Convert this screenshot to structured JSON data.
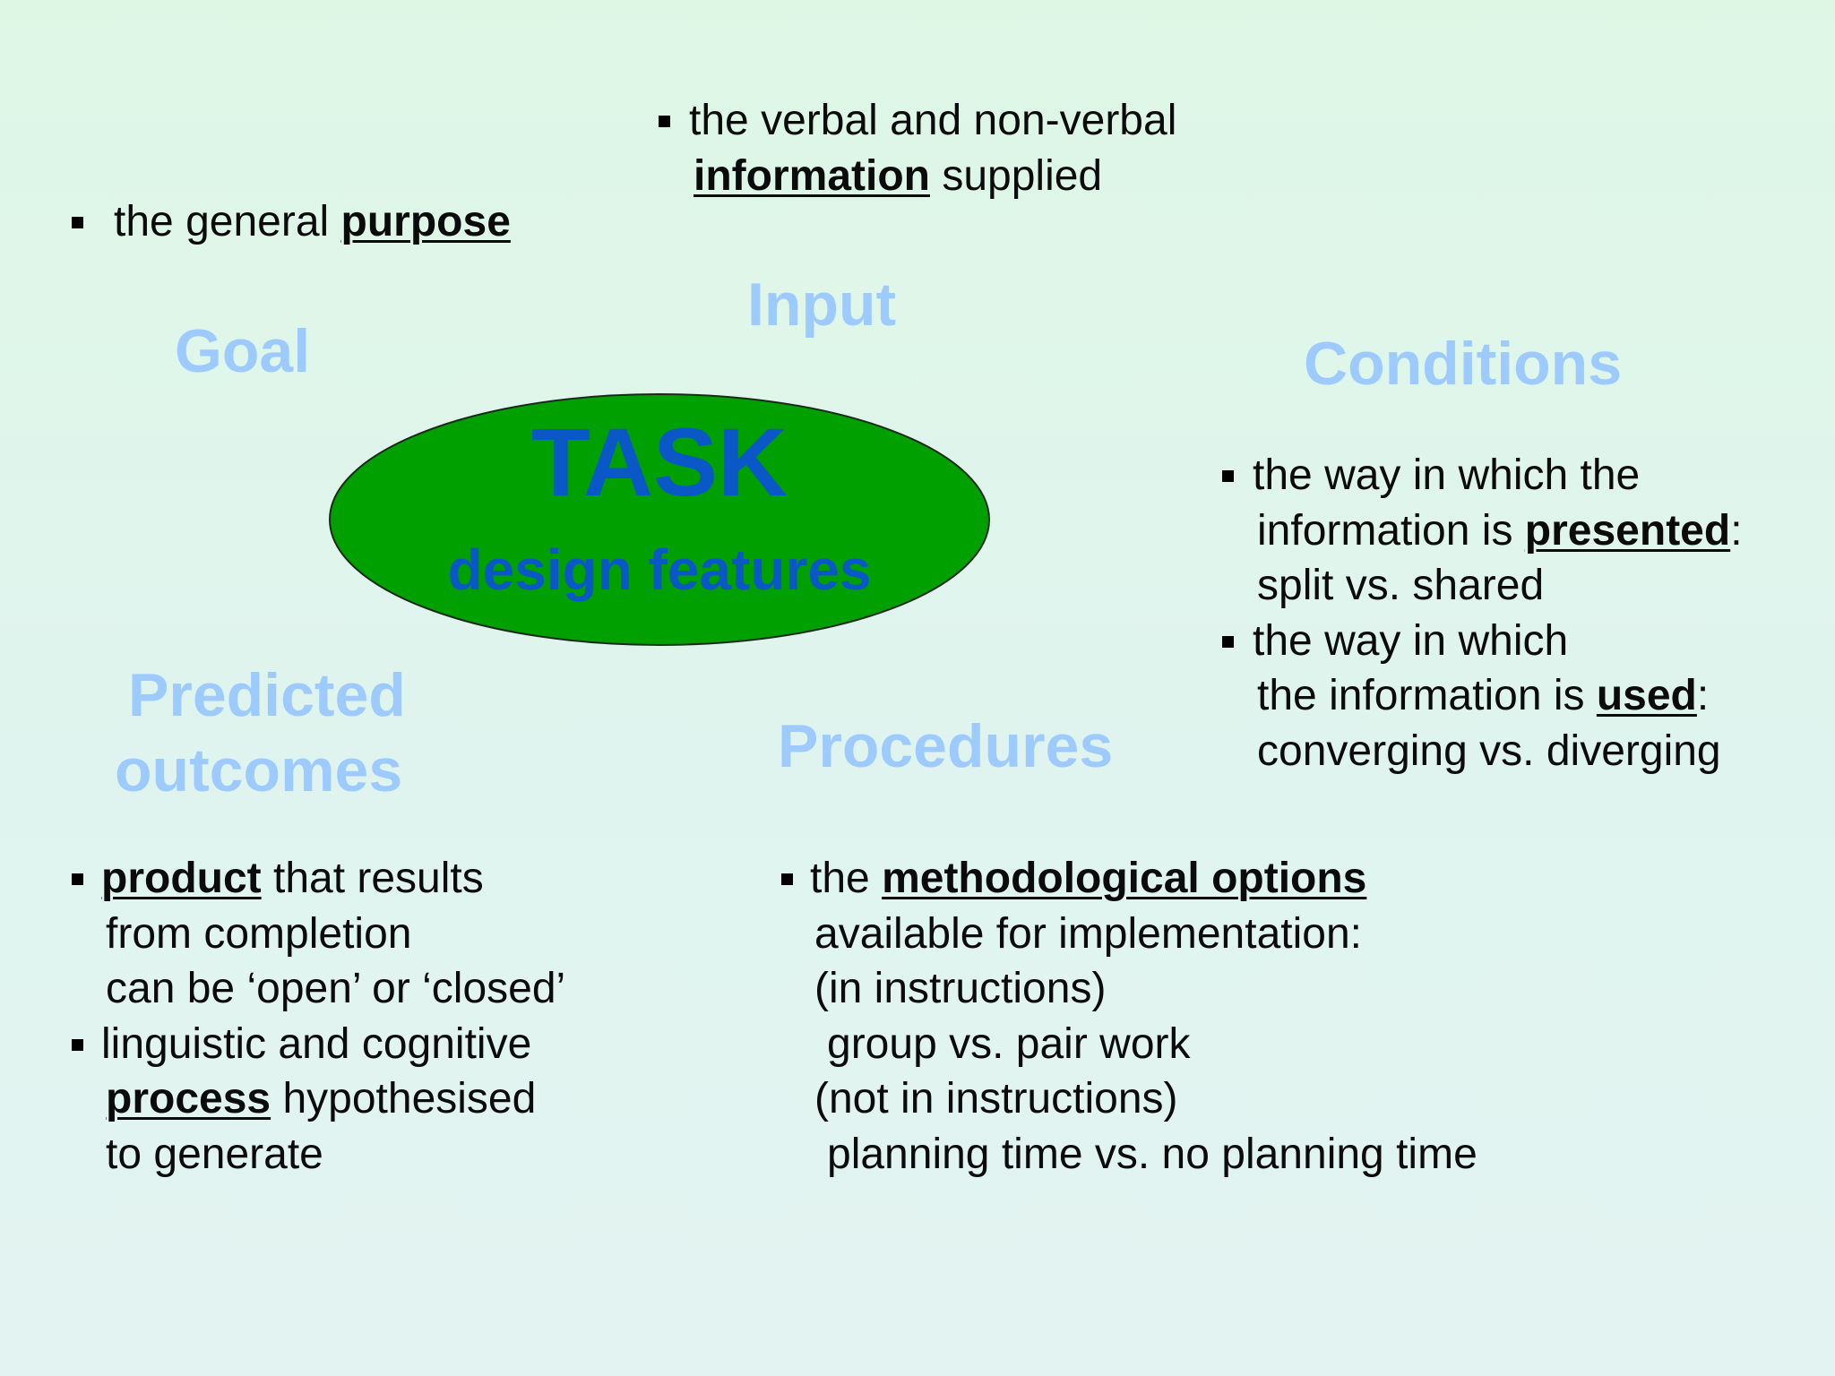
{
  "center": {
    "title": "TASK",
    "subtitle": "design features"
  },
  "colors": {
    "background": "#dff6eb",
    "ellipse_fill": "#00a000",
    "heading": "#9ecbff",
    "center_text": "#0a57c7"
  },
  "goal": {
    "heading": "Goal",
    "item_pre": "the general ",
    "item_em": "purpose"
  },
  "input": {
    "heading": "Input",
    "line1": "the verbal and non-verbal",
    "line2_em": "information",
    "line2_post": " supplied"
  },
  "conditions": {
    "heading": "Conditions",
    "item1_line1": "the way in which the",
    "item1_line2_pre": "information is ",
    "item1_line2_em": "presented",
    "item1_line2_post": ":",
    "item1_line3": "split vs. shared",
    "item2_line1": "the way in which",
    "item2_line2_pre": "the information is ",
    "item2_line2_em": "used",
    "item2_line2_post": ":",
    "item2_line3": "converging vs. diverging"
  },
  "outcomes": {
    "heading_line1": "Predicted",
    "heading_line2": "outcomes",
    "item1_em": "product",
    "item1_post": " that results",
    "item1_line2": "from completion",
    "item1_line3": "can be ‘open’ or ‘closed’",
    "item2_line1": "linguistic and cognitive",
    "item2_em": "process",
    "item2_post": " hypothesised",
    "item2_line3": "to generate"
  },
  "procedures": {
    "heading": "Procedures",
    "item_pre": "the ",
    "item_em": "methodological options",
    "line2": "available for implementation:",
    "line3": "(in instructions)",
    "line4": "group vs. pair work",
    "line5": "(not in instructions)",
    "line6": "planning time vs. no planning time"
  }
}
